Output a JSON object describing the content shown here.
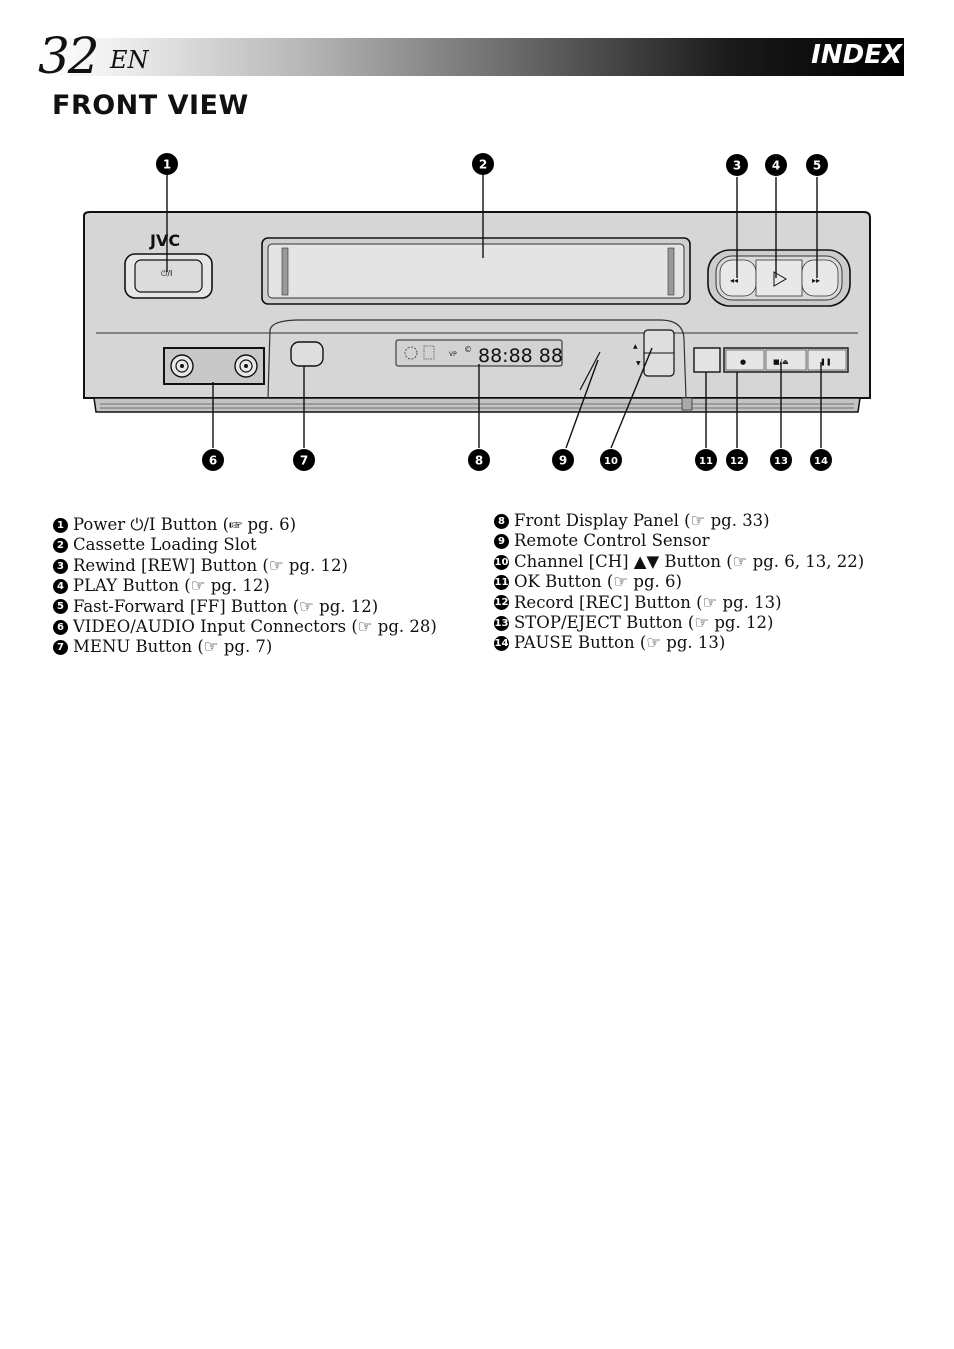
{
  "header": {
    "page_number": "32",
    "language": "EN",
    "section": "INDEX"
  },
  "heading": "FRONT VIEW",
  "device": {
    "brand_logo": "JVC",
    "power_label": "⏻/I",
    "transport_icons": [
      "rewind-icon",
      "play-icon",
      "fast-forward-icon"
    ],
    "lower_button_labels": [
      "●",
      "■/⏏",
      "❚❚"
    ],
    "display_readout": "88:88 88",
    "display_small": [
      "VP",
      "©"
    ]
  },
  "callouts": [
    "1",
    "2",
    "3",
    "4",
    "5",
    "6",
    "7",
    "8",
    "9",
    "10",
    "11",
    "12",
    "13",
    "14"
  ],
  "legend_left": [
    {
      "num": "1",
      "text": "Power ⏻/I Button (☞ pg. 6)"
    },
    {
      "num": "2",
      "text": "Cassette Loading Slot"
    },
    {
      "num": "3",
      "text": "Rewind [REW] Button (☞ pg. 12)"
    },
    {
      "num": "4",
      "text": "PLAY Button (☞ pg. 12)"
    },
    {
      "num": "5",
      "text": "Fast-Forward [FF] Button (☞ pg. 12)"
    },
    {
      "num": "6",
      "text": "VIDEO/AUDIO Input Connectors (☞ pg. 28)"
    },
    {
      "num": "7",
      "text": "MENU Button (☞ pg. 7)"
    }
  ],
  "legend_right": [
    {
      "num": "8",
      "text": "Front Display Panel (☞ pg. 33)"
    },
    {
      "num": "9",
      "text": "Remote Control Sensor"
    },
    {
      "num": "10",
      "text": "Channel [CH] ▲▼ Button (☞ pg. 6, 13, 22)"
    },
    {
      "num": "11",
      "text": "OK Button (☞ pg. 6)"
    },
    {
      "num": "12",
      "text": "Record [REC] Button (☞ pg. 13)"
    },
    {
      "num": "13",
      "text": "STOP/EJECT Button (☞ pg. 12)"
    },
    {
      "num": "14",
      "text": "PAUSE Button (☞ pg. 13)"
    }
  ]
}
